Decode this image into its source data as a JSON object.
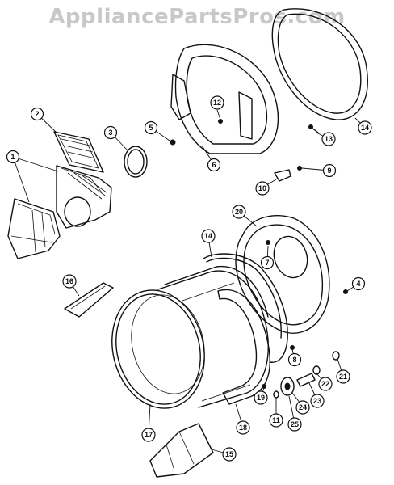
{
  "watermark": "AppliancePartsPros.com",
  "callouts": [
    {
      "id": "c1a",
      "text": "1"
    },
    {
      "id": "c2",
      "text": "2"
    },
    {
      "id": "c3",
      "text": "3"
    },
    {
      "id": "c5",
      "text": "5"
    },
    {
      "id": "c12",
      "text": "12"
    },
    {
      "id": "c6",
      "text": "6"
    },
    {
      "id": "c14a",
      "text": "14"
    },
    {
      "id": "c13",
      "text": "13"
    },
    {
      "id": "c9",
      "text": "9"
    },
    {
      "id": "c10",
      "text": "10"
    },
    {
      "id": "c20",
      "text": "20"
    },
    {
      "id": "c14b",
      "text": "14"
    },
    {
      "id": "c7",
      "text": "7"
    },
    {
      "id": "c4",
      "text": "4"
    },
    {
      "id": "c16",
      "text": "16"
    },
    {
      "id": "c8",
      "text": "8"
    },
    {
      "id": "c22",
      "text": "22"
    },
    {
      "id": "c21",
      "text": "21"
    },
    {
      "id": "c23",
      "text": "23"
    },
    {
      "id": "c24",
      "text": "24"
    },
    {
      "id": "c19",
      "text": "19"
    },
    {
      "id": "c11",
      "text": "11"
    },
    {
      "id": "c25",
      "text": "25"
    },
    {
      "id": "c18",
      "text": "18"
    },
    {
      "id": "c17",
      "text": "17"
    },
    {
      "id": "c15",
      "text": "15"
    }
  ]
}
